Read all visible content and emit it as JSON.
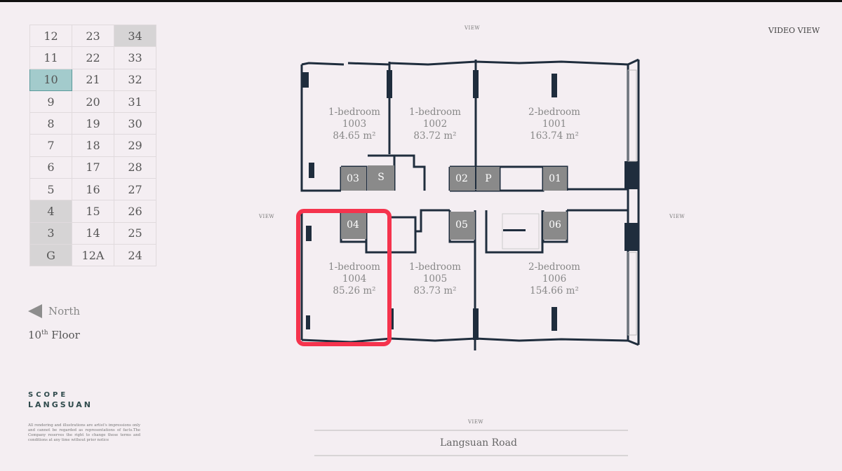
{
  "floor_grid": [
    [
      "12",
      "23",
      "34"
    ],
    [
      "11",
      "22",
      "33"
    ],
    [
      "10",
      "21",
      "32"
    ],
    [
      "9",
      "20",
      "31"
    ],
    [
      "8",
      "19",
      "30"
    ],
    [
      "7",
      "18",
      "29"
    ],
    [
      "6",
      "17",
      "28"
    ],
    [
      "5",
      "16",
      "27"
    ],
    [
      "4",
      "15",
      "26"
    ],
    [
      "3",
      "14",
      "25"
    ],
    [
      "G",
      "12A",
      "24"
    ]
  ],
  "selected_floor": "10",
  "unavailable_floors": [
    "34",
    "4",
    "3",
    "G"
  ],
  "video_view": "VIDEO VIEW",
  "north_label": "North",
  "floor_label": {
    "number": "10",
    "suffix": "th",
    "word": "Floor"
  },
  "brand": {
    "line1": "SCOPE",
    "line2": "LANGSUAN"
  },
  "disclaimer": "All rendering and illustrations are artist's impressions only and cannot be regarded as representations of facts.The Company reserves the right to change these terms and conditions at any time without prior notice",
  "view_labels": {
    "top": "VIEW",
    "left": "VIEW",
    "right": "VIEW",
    "bottom": "VIEW"
  },
  "road": "Langsuan Road",
  "units": [
    {
      "type": "1-bedroom",
      "number": "1003",
      "area": "84.65 m²"
    },
    {
      "type": "1-bedroom",
      "number": "1002",
      "area": "83.72 m²"
    },
    {
      "type": "2-bedroom",
      "number": "1001",
      "area": "163.74 m²"
    },
    {
      "type": "1-bedroom",
      "number": "1004",
      "area": "85.26 m²"
    },
    {
      "type": "1-bedroom",
      "number": "1005",
      "area": "83.73 m²"
    },
    {
      "type": "2-bedroom",
      "number": "1006",
      "area": "154.66 m²"
    }
  ],
  "cores": [
    "03",
    "S",
    "02",
    "P",
    "01",
    "04",
    "05",
    "06"
  ],
  "highlight_color": "#f5334d",
  "selected_unit": "1004"
}
